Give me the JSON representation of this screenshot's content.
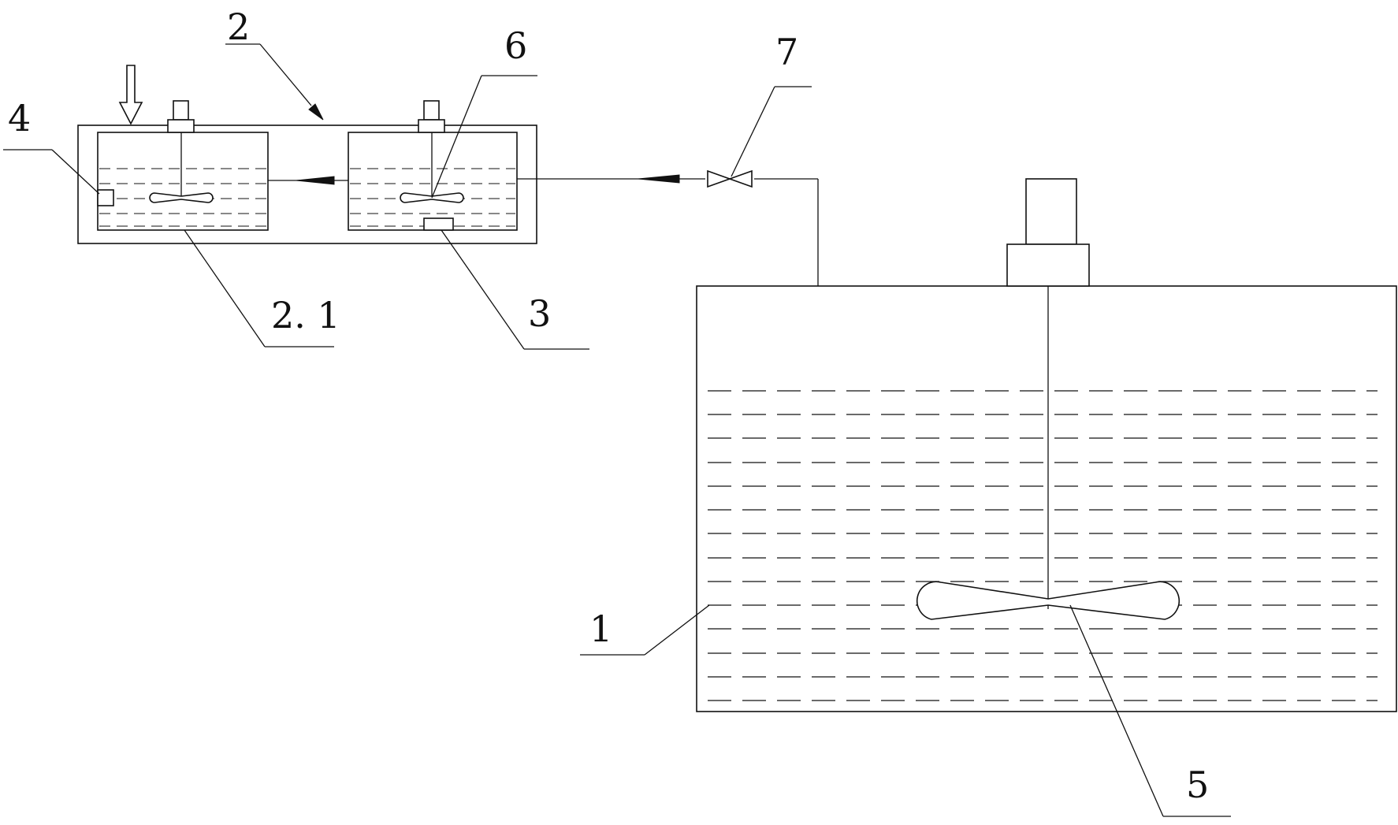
{
  "labels": {
    "label_1": "1",
    "label_2": "2",
    "label_2_1": "2. 1",
    "label_3": "3",
    "label_4": "4",
    "label_5": "5",
    "label_6": "6",
    "label_7": "7"
  },
  "icons": {
    "feed_arrow": "down-arrow-icon",
    "flow_arrow": "flow-arrow-icon",
    "valve": "valve-icon",
    "impeller": "impeller-icon",
    "motor": "motor-icon"
  },
  "colors": {
    "line": "#111111",
    "background": "#ffffff"
  }
}
